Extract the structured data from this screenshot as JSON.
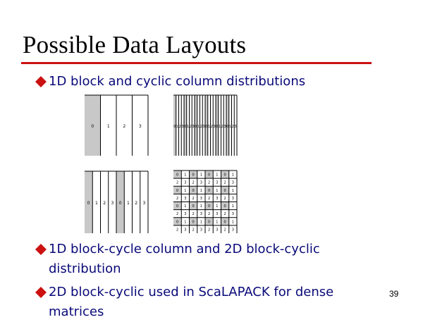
{
  "slide": {
    "title": "Possible Data Layouts",
    "page_number": "39",
    "accent_color": "#cc1111",
    "bullet_color": "#cc1111",
    "text_color": "#0a0a7a",
    "shade_color": "#c8c8c8"
  },
  "bullets": [
    {
      "icon": "diamond-bullet-icon",
      "lines": [
        "1D block and cyclic column distributions"
      ]
    },
    {
      "icon": "diamond-bullet-icon",
      "lines": [
        "1D block-cycle column and 2D block-cyclic",
        "distribution"
      ]
    },
    {
      "icon": "diamond-bullet-icon",
      "lines": [
        "2D block-cyclic used in ScaLAPACK for dense",
        "matrices"
      ]
    }
  ],
  "diagrams": {
    "block_1d": {
      "labels": [
        "0",
        "1",
        "2",
        "3"
      ],
      "shaded": [
        0
      ]
    },
    "cyclic_1d": {
      "labels": [
        "0",
        "1",
        "2",
        "3",
        "0",
        "1",
        "2",
        "3",
        "0",
        "1",
        "2",
        "3",
        "0",
        "1",
        "2",
        "3",
        "0",
        "1",
        "2",
        "3",
        "0",
        "1",
        "2",
        "3"
      ],
      "shaded": [
        0,
        4,
        8,
        12,
        16,
        20
      ]
    },
    "block_cyclic_1d": {
      "labels": [
        "0",
        "1",
        "2",
        "3",
        "0",
        "1",
        "2",
        "3"
      ],
      "shaded": [
        0,
        4
      ]
    },
    "block_cyclic_2d": {
      "rows": [
        [
          "0",
          "1",
          "0",
          "1",
          "0",
          "1",
          "0",
          "1"
        ],
        [
          "2",
          "3",
          "2",
          "3",
          "2",
          "3",
          "2",
          "3"
        ],
        [
          "0",
          "1",
          "0",
          "1",
          "0",
          "1",
          "0",
          "1"
        ],
        [
          "2",
          "3",
          "2",
          "3",
          "2",
          "3",
          "2",
          "3"
        ],
        [
          "0",
          "1",
          "0",
          "1",
          "0",
          "1",
          "0",
          "1"
        ],
        [
          "2",
          "3",
          "2",
          "3",
          "2",
          "3",
          "2",
          "3"
        ],
        [
          "0",
          "1",
          "0",
          "1",
          "0",
          "1",
          "0",
          "1"
        ],
        [
          "2",
          "3",
          "2",
          "3",
          "2",
          "3",
          "2",
          "3"
        ]
      ],
      "shaded_value": "0"
    }
  }
}
